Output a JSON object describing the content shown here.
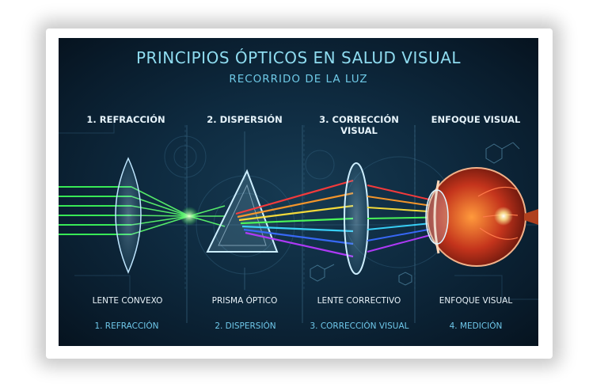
{
  "title": "PRINCIPIOS ÓPTICOS EN SALUD VISUAL",
  "subtitle": "RECORRIDO DE LA LUZ",
  "steps": [
    {
      "heading": "1. REFRACCIÓN",
      "component": "LENTE CONVEXO",
      "footer": "1. REFRACCIÓN"
    },
    {
      "heading": "2. DISPERSIÓN",
      "component": "PRISMA ÓPTICO",
      "footer": "2. DISPERSIÓN"
    },
    {
      "heading_line1": "3. CORRECCIÓN",
      "heading_line2": "VISUAL",
      "component": "LENTE CORRECTIVO",
      "footer": "3. CORRECCIÓN VISUAL"
    },
    {
      "heading": "ENFOQUE VISUAL",
      "component": "ENFOQUE VISUAL",
      "footer": "4. MEDICIÓN"
    }
  ],
  "colors": {
    "title": "#8fdcf0",
    "accent": "#6fc8ea",
    "beam_green": "#3dff5a",
    "background": "#0e2a3f"
  },
  "icons": [
    "convex-lens-icon",
    "prism-icon",
    "corrective-lens-icon",
    "eye-icon",
    "molecule-icon"
  ]
}
